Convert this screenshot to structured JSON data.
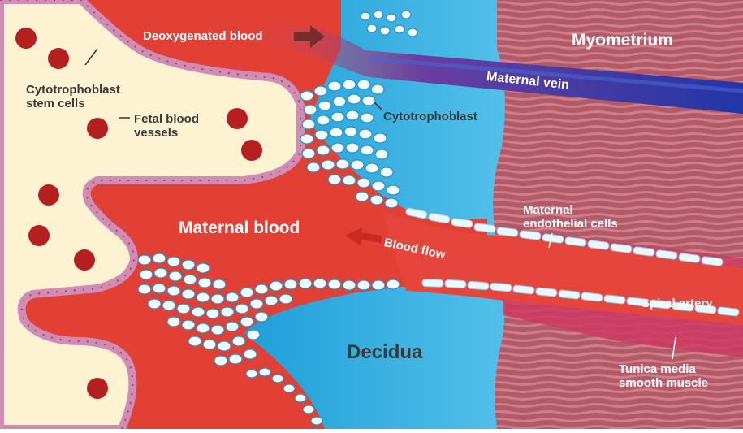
{
  "labels": {
    "deoxygenated_blood": "Deoxygenated blood",
    "myometrium": "Myometrium",
    "maternal_vein": "Maternal vein",
    "cytotrophoblast_stem_cells_line1": "Cytotrophoblast",
    "cytotrophoblast_stem_cells_line2": "stem cells",
    "fetal_blood_vessels_line1": "Fetal blood",
    "fetal_blood_vessels_line2": "vessels",
    "cytotrophoblast": "Cytotrophoblast",
    "maternal_endothelial_cells_line1": "Maternal",
    "maternal_endothelial_cells_line2": "endothelial cells",
    "maternal_blood": "Maternal blood",
    "blood_flow": "Blood flow",
    "spiral_artery": "Spiral artery",
    "decidua": "Decidua",
    "tunica_media_line1": "Tunica media",
    "tunica_media_line2": "smooth muscle"
  },
  "colors": {
    "maternal_blood": "#e8433a",
    "decidua": "#29a9e0",
    "myometrium": "#b9636f",
    "villus": "#fdf3d2",
    "vein": "#2a3aa8",
    "fetal_vessel": "#b01e1e",
    "trophoblast_layer": "#d98fb8"
  }
}
